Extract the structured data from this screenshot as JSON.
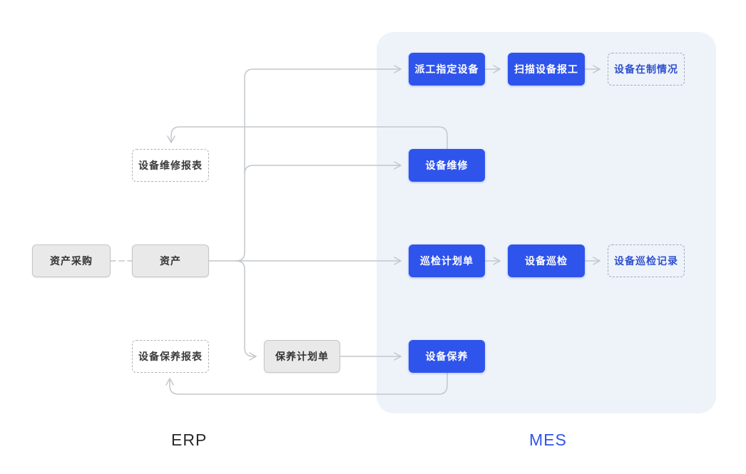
{
  "zones": {
    "erp_label": "ERP",
    "mes_label": "MES"
  },
  "nodes": [
    {
      "id": "asset-procurement",
      "label": "资产采购",
      "style": "solid-gray"
    },
    {
      "id": "asset",
      "label": "资产",
      "style": "solid-gray"
    },
    {
      "id": "equipment-repair-report",
      "label": "设备维修报表",
      "style": "dashed-gray"
    },
    {
      "id": "equipment-maintenance-report",
      "label": "设备保养报表",
      "style": "dashed-gray"
    },
    {
      "id": "maintenance-plan-order",
      "label": "保养计划单",
      "style": "solid-gray"
    },
    {
      "id": "dispatch-assign-equipment",
      "label": "派工指定设备",
      "style": "solid-blue"
    },
    {
      "id": "scan-equipment-report-work",
      "label": "扫描设备报工",
      "style": "solid-blue"
    },
    {
      "id": "equipment-wip-status",
      "label": "设备在制情况",
      "style": "dashed-blue"
    },
    {
      "id": "equipment-repair",
      "label": "设备维修",
      "style": "solid-blue"
    },
    {
      "id": "inspection-plan-order",
      "label": "巡检计划单",
      "style": "solid-blue"
    },
    {
      "id": "equipment-inspection",
      "label": "设备巡检",
      "style": "solid-blue"
    },
    {
      "id": "equipment-inspection-record",
      "label": "设备巡检记录",
      "style": "dashed-blue"
    },
    {
      "id": "equipment-maintenance",
      "label": "设备保养",
      "style": "solid-blue"
    }
  ],
  "edges": [
    {
      "from": "asset-procurement",
      "to": "asset",
      "style": "dashed"
    },
    {
      "from": "asset",
      "to": "dispatch-assign-equipment",
      "style": "solid"
    },
    {
      "from": "asset",
      "to": "equipment-repair",
      "style": "solid"
    },
    {
      "from": "asset",
      "to": "inspection-plan-order",
      "style": "solid"
    },
    {
      "from": "asset",
      "to": "maintenance-plan-order",
      "style": "solid"
    },
    {
      "from": "dispatch-assign-equipment",
      "to": "scan-equipment-report-work",
      "style": "solid"
    },
    {
      "from": "scan-equipment-report-work",
      "to": "equipment-wip-status",
      "style": "solid"
    },
    {
      "from": "equipment-repair",
      "to": "equipment-repair-report",
      "style": "solid"
    },
    {
      "from": "inspection-plan-order",
      "to": "equipment-inspection",
      "style": "solid"
    },
    {
      "from": "equipment-inspection",
      "to": "equipment-inspection-record",
      "style": "solid"
    },
    {
      "from": "maintenance-plan-order",
      "to": "equipment-maintenance",
      "style": "solid"
    },
    {
      "from": "equipment-maintenance",
      "to": "equipment-maintenance-report",
      "style": "solid"
    }
  ],
  "colors": {
    "accent_blue": "#2f54eb",
    "mes_panel_bg": "#eef3fa",
    "connector_gray": "#c3c7cc",
    "gray_box_fill": "#e9e9e9",
    "gray_box_border": "#c5c5c5"
  }
}
